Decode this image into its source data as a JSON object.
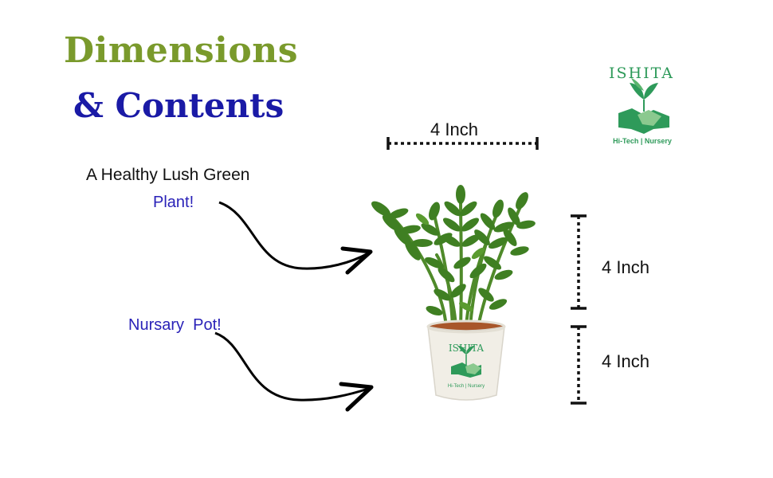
{
  "heading": {
    "line1": "Dimensions",
    "line2": "& Contents"
  },
  "description": "A Healthy Lush Green",
  "labels": {
    "plant": "Plant!",
    "pot": "Nursary  Pot!"
  },
  "dimensions": {
    "width": "4 Inch",
    "plant_height": "4 Inch",
    "pot_height": "4 Inch"
  },
  "logo": {
    "brand": "ISHITA",
    "tagline": "Hi-Tech | Nursery"
  },
  "pot_logo": {
    "brand": "ISHITA",
    "tagline": "Hi-Tech | Nursery"
  },
  "colors": {
    "heading_green": "#7a9a2c",
    "heading_blue": "#1a1aa6",
    "label_blue": "#2a22b8",
    "logo_green": "#2e9a5a"
  }
}
